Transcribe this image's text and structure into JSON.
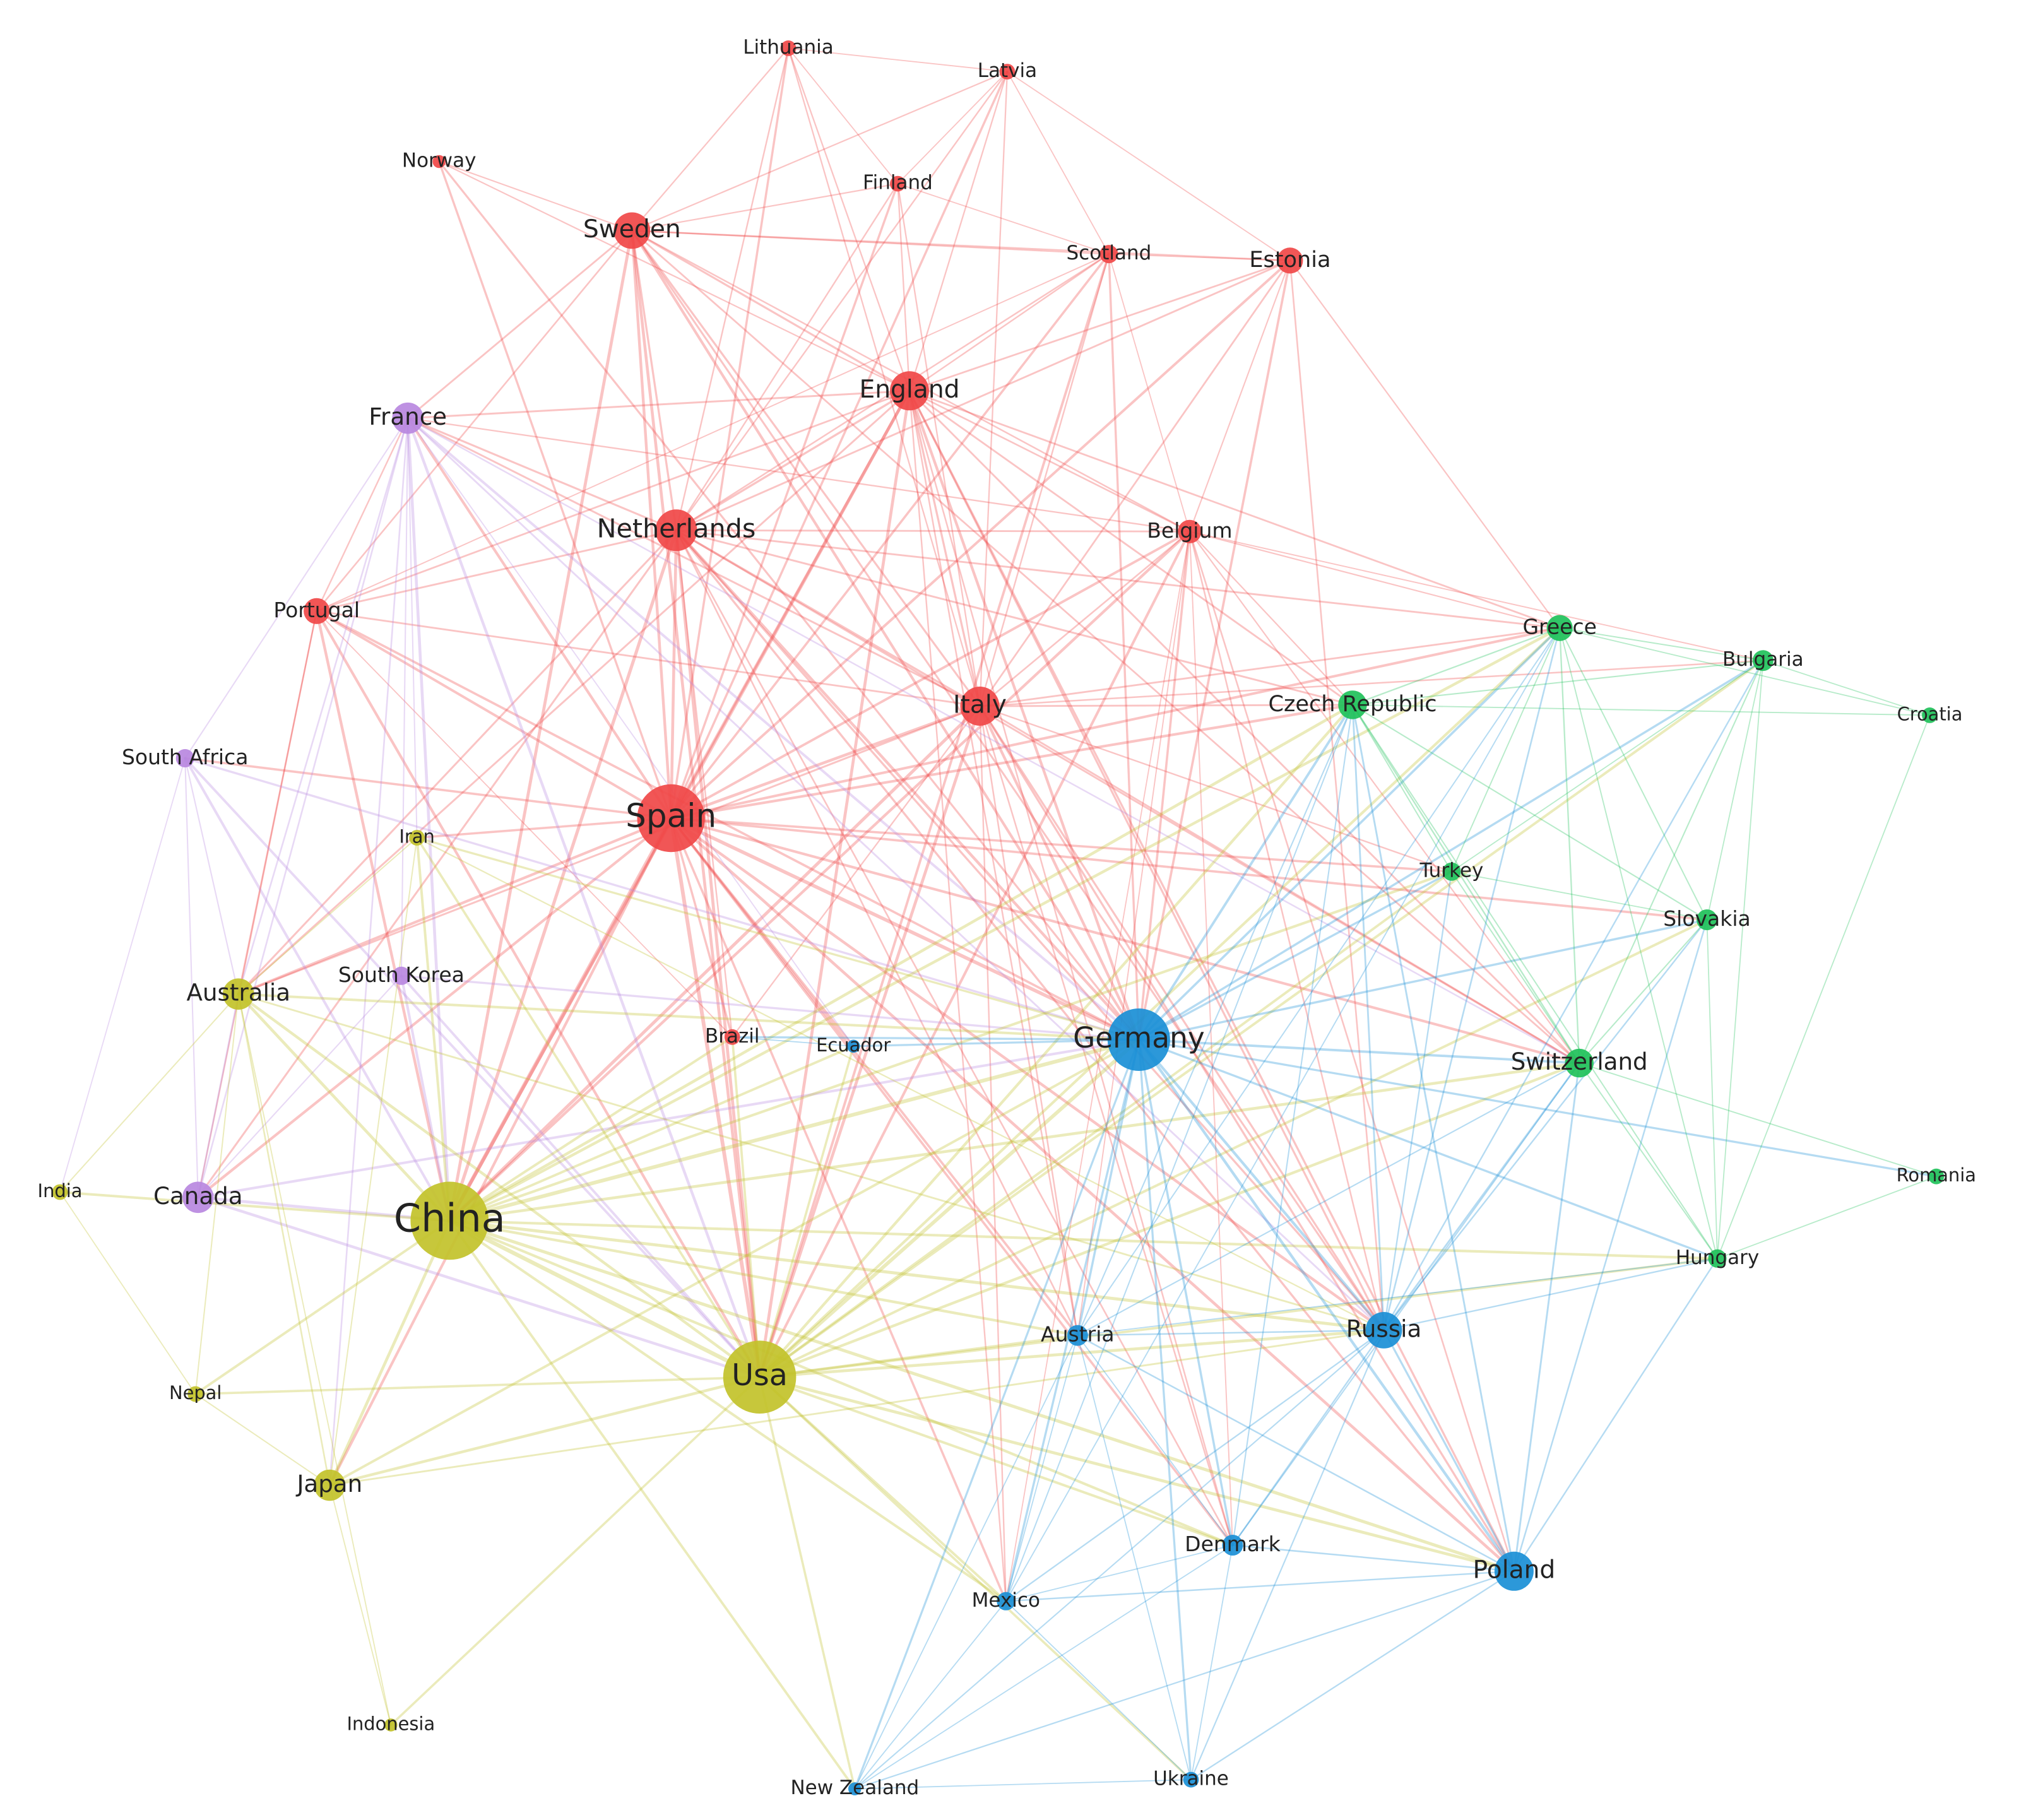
{
  "colors": {
    "red": "#f04848",
    "green": "#1fc15a",
    "blue": "#1a8fd6",
    "yellow": "#c2c22a",
    "purple": "#b888e0"
  },
  "nodes": [
    {
      "id": "china",
      "label": "China",
      "cluster": "yellow"
    },
    {
      "id": "usa",
      "label": "Usa",
      "cluster": "yellow"
    },
    {
      "id": "australia",
      "label": "Australia",
      "cluster": "yellow"
    },
    {
      "id": "japan",
      "label": "Japan",
      "cluster": "yellow"
    },
    {
      "id": "iran",
      "label": "Iran",
      "cluster": "yellow"
    },
    {
      "id": "india",
      "label": "India",
      "cluster": "yellow"
    },
    {
      "id": "nepal",
      "label": "Nepal",
      "cluster": "yellow"
    },
    {
      "id": "indonesia",
      "label": "Indonesia",
      "cluster": "yellow"
    },
    {
      "id": "spain",
      "label": "Spain",
      "cluster": "red"
    },
    {
      "id": "netherlands",
      "label": "Netherlands",
      "cluster": "red"
    },
    {
      "id": "england",
      "label": "England",
      "cluster": "red"
    },
    {
      "id": "italy",
      "label": "Italy",
      "cluster": "red"
    },
    {
      "id": "sweden",
      "label": "Sweden",
      "cluster": "red"
    },
    {
      "id": "belgium",
      "label": "Belgium",
      "cluster": "red"
    },
    {
      "id": "portugal",
      "label": "Portugal",
      "cluster": "red"
    },
    {
      "id": "estonia",
      "label": "Estonia",
      "cluster": "red"
    },
    {
      "id": "scotland",
      "label": "Scotland",
      "cluster": "red"
    },
    {
      "id": "lithuania",
      "label": "Lithuania",
      "cluster": "red"
    },
    {
      "id": "latvia",
      "label": "Latvia",
      "cluster": "red"
    },
    {
      "id": "norway",
      "label": "Norway",
      "cluster": "red"
    },
    {
      "id": "finland",
      "label": "Finland",
      "cluster": "red"
    },
    {
      "id": "brazil",
      "label": "Brazil",
      "cluster": "red"
    },
    {
      "id": "france",
      "label": "France",
      "cluster": "purple"
    },
    {
      "id": "southafrica",
      "label": "South Africa",
      "cluster": "purple"
    },
    {
      "id": "southkorea",
      "label": "South Korea",
      "cluster": "purple"
    },
    {
      "id": "canada",
      "label": "Canada",
      "cluster": "purple"
    },
    {
      "id": "germany",
      "label": "Germany",
      "cluster": "blue"
    },
    {
      "id": "russia",
      "label": "Russia",
      "cluster": "blue"
    },
    {
      "id": "poland",
      "label": "Poland",
      "cluster": "blue"
    },
    {
      "id": "austria",
      "label": "Austria",
      "cluster": "blue"
    },
    {
      "id": "denmark",
      "label": "Denmark",
      "cluster": "blue"
    },
    {
      "id": "mexico",
      "label": "Mexico",
      "cluster": "blue"
    },
    {
      "id": "ukraine",
      "label": "Ukraine",
      "cluster": "blue"
    },
    {
      "id": "newzealand",
      "label": "New Zealand",
      "cluster": "blue"
    },
    {
      "id": "ecuador",
      "label": "Ecuador",
      "cluster": "blue"
    },
    {
      "id": "greece",
      "label": "Greece",
      "cluster": "green"
    },
    {
      "id": "czech",
      "label": "Czech Republic",
      "cluster": "green"
    },
    {
      "id": "switzerland",
      "label": "Switzerland",
      "cluster": "green"
    },
    {
      "id": "bulgaria",
      "label": "Bulgaria",
      "cluster": "green"
    },
    {
      "id": "croatia",
      "label": "Croatia",
      "cluster": "green"
    },
    {
      "id": "turkey",
      "label": "Turkey",
      "cluster": "green"
    },
    {
      "id": "slovakia",
      "label": "Slovakia",
      "cluster": "green"
    },
    {
      "id": "romania",
      "label": "Romania",
      "cluster": "green"
    },
    {
      "id": "hungary",
      "label": "Hungary",
      "cluster": "green"
    }
  ],
  "edges": [
    [
      "spain",
      "netherlands"
    ],
    [
      "spain",
      "england"
    ],
    [
      "spain",
      "italy"
    ],
    [
      "spain",
      "sweden"
    ],
    [
      "spain",
      "belgium"
    ],
    [
      "spain",
      "portugal"
    ],
    [
      "spain",
      "france"
    ],
    [
      "spain",
      "usa"
    ],
    [
      "spain",
      "china"
    ],
    [
      "spain",
      "germany"
    ],
    [
      "spain",
      "brazil"
    ],
    [
      "spain",
      "australia"
    ],
    [
      "spain",
      "iran"
    ],
    [
      "spain",
      "scotland"
    ],
    [
      "spain",
      "estonia"
    ],
    [
      "spain",
      "lithuania"
    ],
    [
      "spain",
      "latvia"
    ],
    [
      "spain",
      "finland"
    ],
    [
      "spain",
      "russia"
    ],
    [
      "spain",
      "poland"
    ],
    [
      "spain",
      "mexico"
    ],
    [
      "spain",
      "ecuador"
    ],
    [
      "spain",
      "switzerland"
    ],
    [
      "spain",
      "greece"
    ],
    [
      "spain",
      "czech"
    ],
    [
      "spain",
      "austria"
    ],
    [
      "spain",
      "denmark"
    ],
    [
      "spain",
      "southafrica"
    ],
    [
      "spain",
      "canada"
    ],
    [
      "spain",
      "japan"
    ],
    [
      "spain",
      "turkey"
    ],
    [
      "spain",
      "slovakia"
    ],
    [
      "spain",
      "norway"
    ],
    [
      "netherlands",
      "england"
    ],
    [
      "netherlands",
      "italy"
    ],
    [
      "netherlands",
      "sweden"
    ],
    [
      "netherlands",
      "belgium"
    ],
    [
      "netherlands",
      "portugal"
    ],
    [
      "netherlands",
      "france"
    ],
    [
      "netherlands",
      "germany"
    ],
    [
      "netherlands",
      "usa"
    ],
    [
      "netherlands",
      "china"
    ],
    [
      "netherlands",
      "scotland"
    ],
    [
      "netherlands",
      "estonia"
    ],
    [
      "netherlands",
      "latvia"
    ],
    [
      "netherlands",
      "lithuania"
    ],
    [
      "netherlands",
      "finland"
    ],
    [
      "netherlands",
      "switzerland"
    ],
    [
      "netherlands",
      "greece"
    ],
    [
      "netherlands",
      "czech"
    ],
    [
      "netherlands",
      "russia"
    ],
    [
      "netherlands",
      "australia"
    ],
    [
      "netherlands",
      "brazil"
    ],
    [
      "netherlands",
      "austria"
    ],
    [
      "netherlands",
      "poland"
    ],
    [
      "netherlands",
      "denmark"
    ],
    [
      "netherlands",
      "canada"
    ],
    [
      "england",
      "italy"
    ],
    [
      "england",
      "sweden"
    ],
    [
      "england",
      "belgium"
    ],
    [
      "england",
      "scotland"
    ],
    [
      "england",
      "estonia"
    ],
    [
      "england",
      "latvia"
    ],
    [
      "england",
      "lithuania"
    ],
    [
      "england",
      "finland"
    ],
    [
      "england",
      "france"
    ],
    [
      "england",
      "portugal"
    ],
    [
      "england",
      "germany"
    ],
    [
      "england",
      "usa"
    ],
    [
      "england",
      "china"
    ],
    [
      "england",
      "czech"
    ],
    [
      "england",
      "greece"
    ],
    [
      "england",
      "switzerland"
    ],
    [
      "england",
      "russia"
    ],
    [
      "england",
      "poland"
    ],
    [
      "england",
      "australia"
    ],
    [
      "england",
      "austria"
    ],
    [
      "england",
      "denmark"
    ],
    [
      "england",
      "mexico"
    ],
    [
      "italy",
      "sweden"
    ],
    [
      "italy",
      "belgium"
    ],
    [
      "italy",
      "germany"
    ],
    [
      "italy",
      "usa"
    ],
    [
      "italy",
      "china"
    ],
    [
      "italy",
      "france"
    ],
    [
      "italy",
      "portugal"
    ],
    [
      "italy",
      "czech"
    ],
    [
      "italy",
      "greece"
    ],
    [
      "italy",
      "switzerland"
    ],
    [
      "italy",
      "russia"
    ],
    [
      "italy",
      "poland"
    ],
    [
      "italy",
      "estonia"
    ],
    [
      "italy",
      "scotland"
    ],
    [
      "italy",
      "lithuania"
    ],
    [
      "italy",
      "latvia"
    ],
    [
      "italy",
      "finland"
    ],
    [
      "italy",
      "austria"
    ],
    [
      "italy",
      "denmark"
    ],
    [
      "italy",
      "mexico"
    ],
    [
      "italy",
      "turkey"
    ],
    [
      "italy",
      "bulgaria"
    ],
    [
      "italy",
      "brazil"
    ],
    [
      "italy",
      "australia"
    ],
    [
      "sweden",
      "belgium"
    ],
    [
      "sweden",
      "scotland"
    ],
    [
      "sweden",
      "estonia"
    ],
    [
      "sweden",
      "norway"
    ],
    [
      "sweden",
      "france"
    ],
    [
      "sweden",
      "portugal"
    ],
    [
      "sweden",
      "germany"
    ],
    [
      "sweden",
      "usa"
    ],
    [
      "sweden",
      "china"
    ],
    [
      "sweden",
      "lithuania"
    ],
    [
      "sweden",
      "latvia"
    ],
    [
      "sweden",
      "finland"
    ],
    [
      "sweden",
      "russia"
    ],
    [
      "sweden",
      "switzerland"
    ],
    [
      "belgium",
      "germany"
    ],
    [
      "belgium",
      "usa"
    ],
    [
      "belgium",
      "france"
    ],
    [
      "belgium",
      "scotland"
    ],
    [
      "belgium",
      "estonia"
    ],
    [
      "belgium",
      "greece"
    ],
    [
      "belgium",
      "czech"
    ],
    [
      "belgium",
      "switzerland"
    ],
    [
      "belgium",
      "russia"
    ],
    [
      "belgium",
      "poland"
    ],
    [
      "belgium",
      "denmark"
    ],
    [
      "belgium",
      "austria"
    ],
    [
      "belgium",
      "mexico"
    ],
    [
      "belgium",
      "bulgaria"
    ],
    [
      "belgium",
      "china"
    ],
    [
      "estonia",
      "scotland"
    ],
    [
      "estonia",
      "latvia"
    ],
    [
      "estonia",
      "greece"
    ],
    [
      "estonia",
      "germany"
    ],
    [
      "estonia",
      "russia"
    ],
    [
      "scotland",
      "latvia"
    ],
    [
      "scotland",
      "finland"
    ],
    [
      "scotland",
      "portugal"
    ],
    [
      "scotland",
      "germany"
    ],
    [
      "scotland",
      "usa"
    ],
    [
      "latvia",
      "finland"
    ],
    [
      "latvia",
      "lithuania"
    ],
    [
      "lithuania",
      "finland"
    ],
    [
      "norway",
      "england"
    ],
    [
      "norway",
      "germany"
    ],
    [
      "portugal",
      "france"
    ],
    [
      "portugal",
      "australia"
    ],
    [
      "portugal",
      "brazil"
    ],
    [
      "portugal",
      "usa"
    ],
    [
      "portugal",
      "china"
    ],
    [
      "portugal",
      "germany"
    ],
    [
      "portugal",
      "canada"
    ],
    [
      "france",
      "southafrica"
    ],
    [
      "france",
      "canada"
    ],
    [
      "france",
      "southkorea"
    ],
    [
      "france",
      "germany"
    ],
    [
      "france",
      "usa"
    ],
    [
      "france",
      "china"
    ],
    [
      "france",
      "australia"
    ],
    [
      "france",
      "japan"
    ],
    [
      "france",
      "iran"
    ],
    [
      "france",
      "russia"
    ],
    [
      "france",
      "ecuador"
    ],
    [
      "france",
      "switzerland"
    ],
    [
      "southafrica",
      "canada"
    ],
    [
      "southafrica",
      "australia"
    ],
    [
      "southafrica",
      "india"
    ],
    [
      "southafrica",
      "china"
    ],
    [
      "southafrica",
      "usa"
    ],
    [
      "southafrica",
      "germany"
    ],
    [
      "canada",
      "australia"
    ],
    [
      "canada",
      "usa"
    ],
    [
      "canada",
      "china"
    ],
    [
      "canada",
      "southkorea"
    ],
    [
      "canada",
      "germany"
    ],
    [
      "southkorea",
      "usa"
    ],
    [
      "southkorea",
      "china"
    ],
    [
      "southkorea",
      "germany"
    ],
    [
      "china",
      "usa"
    ],
    [
      "china",
      "australia"
    ],
    [
      "china",
      "japan"
    ],
    [
      "china",
      "iran"
    ],
    [
      "china",
      "india"
    ],
    [
      "china",
      "nepal"
    ],
    [
      "china",
      "germany"
    ],
    [
      "china",
      "russia"
    ],
    [
      "china",
      "poland"
    ],
    [
      "china",
      "austria"
    ],
    [
      "china",
      "denmark"
    ],
    [
      "china",
      "mexico"
    ],
    [
      "china",
      "switzerland"
    ],
    [
      "china",
      "czech"
    ],
    [
      "china",
      "greece"
    ],
    [
      "china",
      "turkey"
    ],
    [
      "china",
      "newzealand"
    ],
    [
      "china",
      "hungary"
    ],
    [
      "china",
      "brazil"
    ],
    [
      "china",
      "ecuador"
    ],
    [
      "usa",
      "australia"
    ],
    [
      "usa",
      "japan"
    ],
    [
      "usa",
      "iran"
    ],
    [
      "usa",
      "nepal"
    ],
    [
      "usa",
      "indonesia"
    ],
    [
      "usa",
      "germany"
    ],
    [
      "usa",
      "russia"
    ],
    [
      "usa",
      "poland"
    ],
    [
      "usa",
      "austria"
    ],
    [
      "usa",
      "denmark"
    ],
    [
      "usa",
      "mexico"
    ],
    [
      "usa",
      "ukraine"
    ],
    [
      "usa",
      "newzealand"
    ],
    [
      "usa",
      "switzerland"
    ],
    [
      "usa",
      "czech"
    ],
    [
      "usa",
      "greece"
    ],
    [
      "usa",
      "turkey"
    ],
    [
      "usa",
      "slovakia"
    ],
    [
      "usa",
      "hungary"
    ],
    [
      "usa",
      "brazil"
    ],
    [
      "usa",
      "ecuador"
    ],
    [
      "usa",
      "bulgaria"
    ],
    [
      "australia",
      "japan"
    ],
    [
      "australia",
      "iran"
    ],
    [
      "australia",
      "nepal"
    ],
    [
      "australia",
      "germany"
    ],
    [
      "australia",
      "russia"
    ],
    [
      "australia",
      "india"
    ],
    [
      "australia",
      "indonesia"
    ],
    [
      "japan",
      "nepal"
    ],
    [
      "japan",
      "indonesia"
    ],
    [
      "japan",
      "germany"
    ],
    [
      "japan",
      "russia"
    ],
    [
      "japan",
      "iran"
    ],
    [
      "india",
      "nepal"
    ],
    [
      "iran",
      "germany"
    ],
    [
      "iran",
      "russia"
    ],
    [
      "germany",
      "russia"
    ],
    [
      "germany",
      "poland"
    ],
    [
      "germany",
      "austria"
    ],
    [
      "germany",
      "denmark"
    ],
    [
      "germany",
      "mexico"
    ],
    [
      "germany",
      "ukraine"
    ],
    [
      "germany",
      "newzealand"
    ],
    [
      "germany",
      "ecuador"
    ],
    [
      "germany",
      "switzerland"
    ],
    [
      "germany",
      "czech"
    ],
    [
      "germany",
      "greece"
    ],
    [
      "germany",
      "turkey"
    ],
    [
      "germany",
      "slovakia"
    ],
    [
      "germany",
      "hungary"
    ],
    [
      "germany",
      "bulgaria"
    ],
    [
      "germany",
      "romania"
    ],
    [
      "germany",
      "brazil"
    ],
    [
      "russia",
      "poland"
    ],
    [
      "russia",
      "austria"
    ],
    [
      "russia",
      "denmark"
    ],
    [
      "russia",
      "mexico"
    ],
    [
      "russia",
      "ukraine"
    ],
    [
      "russia",
      "newzealand"
    ],
    [
      "russia",
      "switzerland"
    ],
    [
      "russia",
      "czech"
    ],
    [
      "russia",
      "greece"
    ],
    [
      "russia",
      "turkey"
    ],
    [
      "russia",
      "slovakia"
    ],
    [
      "russia",
      "hungary"
    ],
    [
      "russia",
      "bulgaria"
    ],
    [
      "poland",
      "austria"
    ],
    [
      "poland",
      "denmark"
    ],
    [
      "poland",
      "mexico"
    ],
    [
      "poland",
      "ukraine"
    ],
    [
      "poland",
      "newzealand"
    ],
    [
      "poland",
      "switzerland"
    ],
    [
      "poland",
      "czech"
    ],
    [
      "poland",
      "hungary"
    ],
    [
      "poland",
      "slovakia"
    ],
    [
      "austria",
      "denmark"
    ],
    [
      "austria",
      "mexico"
    ],
    [
      "austria",
      "ukraine"
    ],
    [
      "austria",
      "newzealand"
    ],
    [
      "austria",
      "switzerland"
    ],
    [
      "austria",
      "czech"
    ],
    [
      "austria",
      "greece"
    ],
    [
      "austria",
      "hungary"
    ],
    [
      "denmark",
      "mexico"
    ],
    [
      "denmark",
      "ukraine"
    ],
    [
      "denmark",
      "newzealand"
    ],
    [
      "denmark",
      "switzerland"
    ],
    [
      "denmark",
      "czech"
    ],
    [
      "mexico",
      "ukraine"
    ],
    [
      "mexico",
      "newzealand"
    ],
    [
      "mexico",
      "czech"
    ],
    [
      "mexico",
      "greece"
    ],
    [
      "ukraine",
      "newzealand"
    ],
    [
      "ecuador",
      "brazil"
    ],
    [
      "greece",
      "czech"
    ],
    [
      "greece",
      "switzerland"
    ],
    [
      "greece",
      "bulgaria"
    ],
    [
      "greece",
      "croatia"
    ],
    [
      "greece",
      "turkey"
    ],
    [
      "greece",
      "slovakia"
    ],
    [
      "greece",
      "hungary"
    ],
    [
      "czech",
      "switzerland"
    ],
    [
      "czech",
      "bulgaria"
    ],
    [
      "czech",
      "croatia"
    ],
    [
      "czech",
      "turkey"
    ],
    [
      "czech",
      "slovakia"
    ],
    [
      "czech",
      "hungary"
    ],
    [
      "switzerland",
      "bulgaria"
    ],
    [
      "switzerland",
      "turkey"
    ],
    [
      "switzerland",
      "slovakia"
    ],
    [
      "switzerland",
      "romania"
    ],
    [
      "switzerland",
      "hungary"
    ],
    [
      "bulgaria",
      "croatia"
    ],
    [
      "bulgaria",
      "turkey"
    ],
    [
      "bulgaria",
      "slovakia"
    ],
    [
      "bulgaria",
      "hungary"
    ],
    [
      "croatia",
      "hungary"
    ],
    [
      "turkey",
      "slovakia"
    ],
    [
      "slovakia",
      "hungary"
    ],
    [
      "romania",
      "hungary"
    ]
  ]
}
